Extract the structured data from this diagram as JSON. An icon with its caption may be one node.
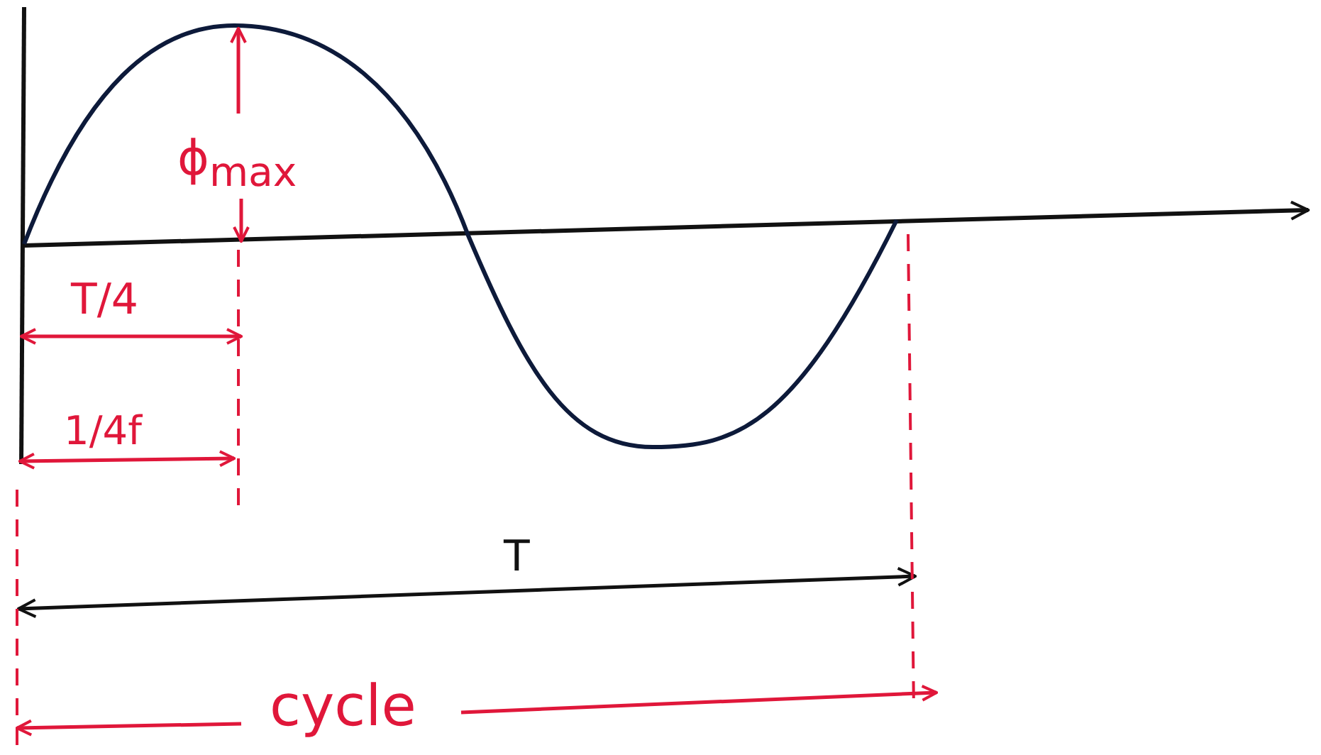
{
  "diagram": {
    "labels": [
      "ϕ$_{max}$",
      "T/4",
      "1/4f",
      "T",
      "cycle"
    ]
  }
}
